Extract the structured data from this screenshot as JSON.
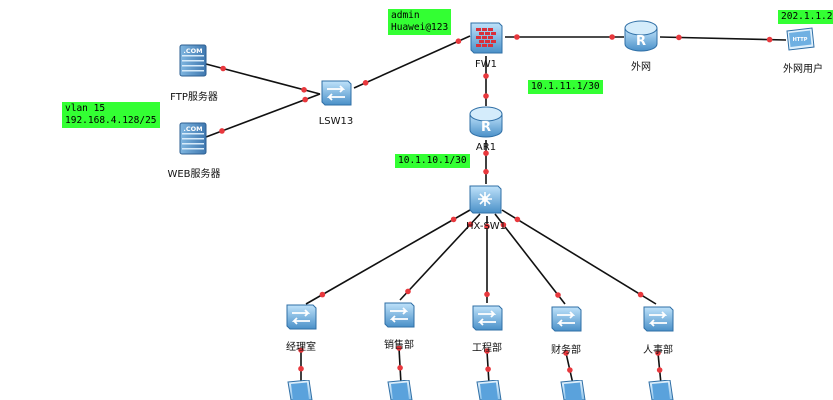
{
  "nodes": {
    "ftp": {
      "label": "FTP服务器",
      "badge": ".COM"
    },
    "web": {
      "label": "WEB服务器",
      "badge": ".COM"
    },
    "lsw13": {
      "label": "LSW13"
    },
    "fw1": {
      "label": "FW1"
    },
    "internet_router": {
      "label": "外网"
    },
    "internet_user": {
      "label": "外网用户",
      "badge": "HTTP"
    },
    "ar1": {
      "label": "AR1"
    },
    "hx_sw1": {
      "label": "HX-SW1"
    },
    "sw_manager": {
      "label": "经理室"
    },
    "sw_sales": {
      "label": "销售部"
    },
    "sw_engineering": {
      "label": "工程部"
    },
    "sw_finance": {
      "label": "财务部"
    },
    "sw_hr": {
      "label": "人事部"
    }
  },
  "notes": {
    "fw_credentials": "admin\nHuawei@123",
    "internet_user_ip": "202.1.1.2",
    "vlan15": "vlan 15\n192.168.4.128/25",
    "fw_ar_link": "10.1.11.1/30",
    "ar_core_link": "10.1.10.1/30"
  },
  "colors": {
    "note_bg": "#33ff33",
    "link_dot": "#e8383d",
    "device_blue": "#4a90c8",
    "firewall_red": "#d9303a"
  }
}
